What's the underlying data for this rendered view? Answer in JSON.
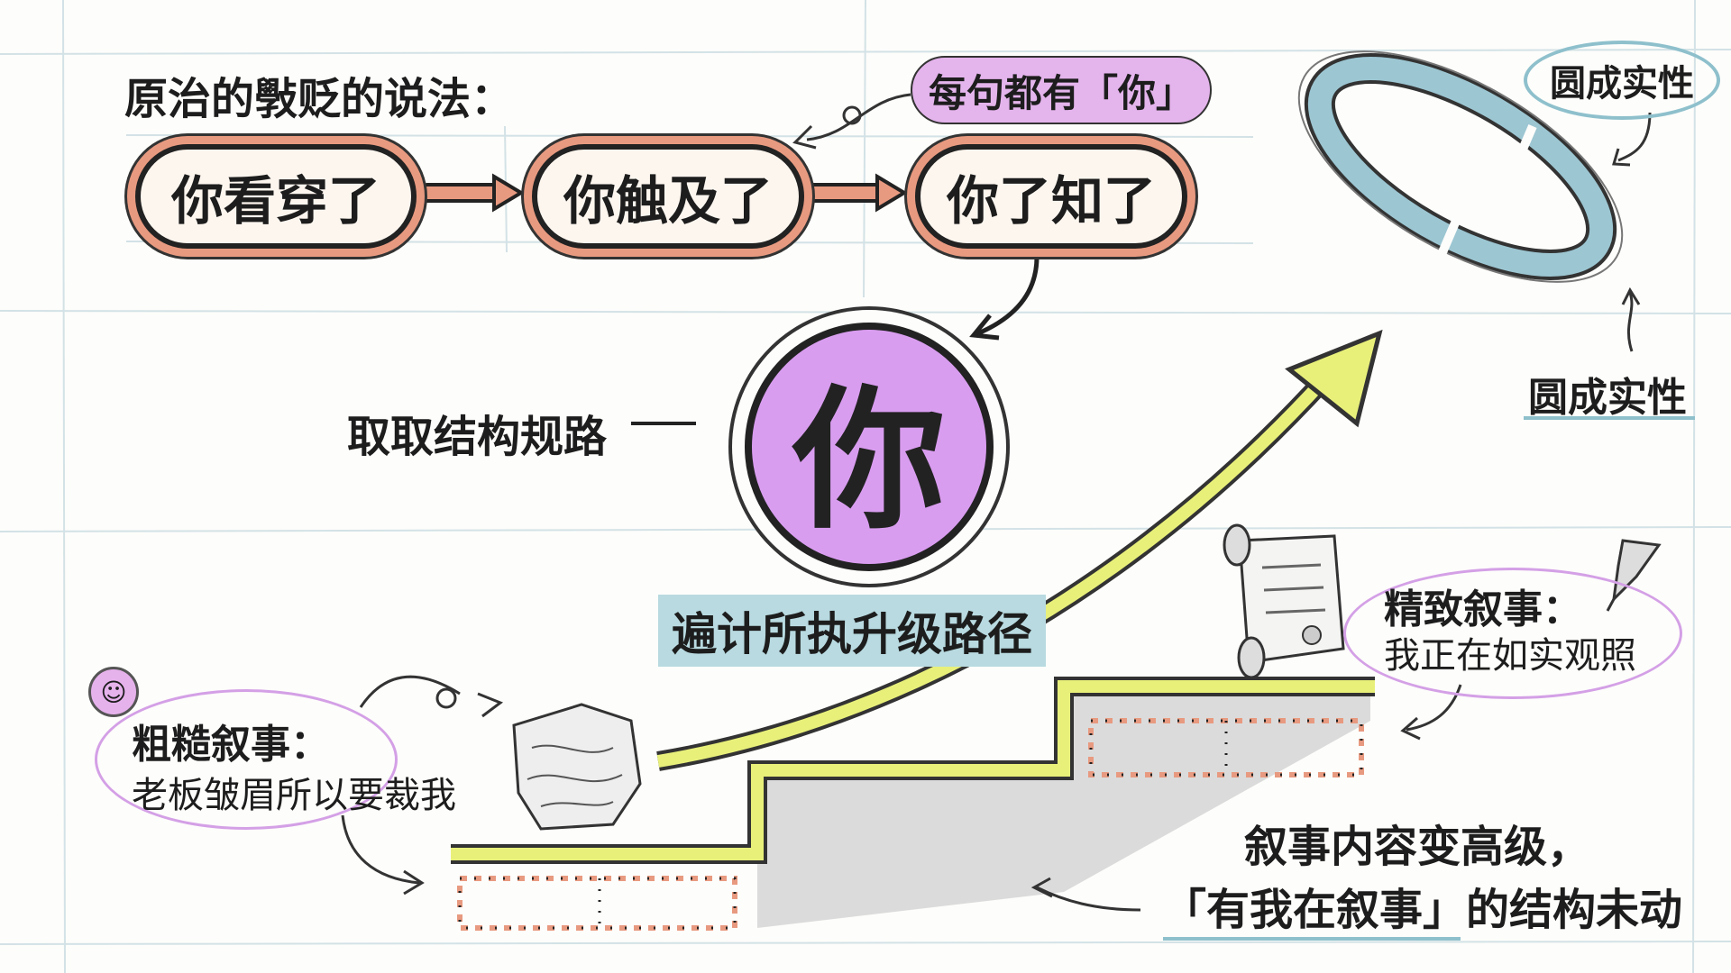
{
  "header": {
    "title": "原治的斅贬的说法：",
    "tag": "每句都有「你」"
  },
  "flow": {
    "steps": [
      "你看穿了",
      "你触及了",
      "你了知了"
    ]
  },
  "center": {
    "label": "取取结构规路",
    "char": "你"
  },
  "path": {
    "label": "遍计所执升级路径"
  },
  "ring": {
    "top_label": "圆成实性",
    "bottom_label": "圆成实性"
  },
  "rough": {
    "title": "粗糙叙事：",
    "text": "老板皱眉所以要裁我"
  },
  "refined": {
    "title": "精致叙事：",
    "text": "我正在如实观照"
  },
  "bottom": {
    "line1": "叙事内容变高级，",
    "line2": "「有我在叙事」的结构未动"
  },
  "icons": [
    "arrow-icon",
    "ring-icon",
    "scroll-icon",
    "crumpled-paper-icon",
    "pencil-icon",
    "smiley-icon",
    "stairs-icon"
  ],
  "colors": {
    "pill_border": "#e89a80",
    "center_fill": "#d99df0",
    "path_label": "#b8dae0",
    "stairs": "#e8f07a",
    "ring": "#9cc6d2"
  }
}
